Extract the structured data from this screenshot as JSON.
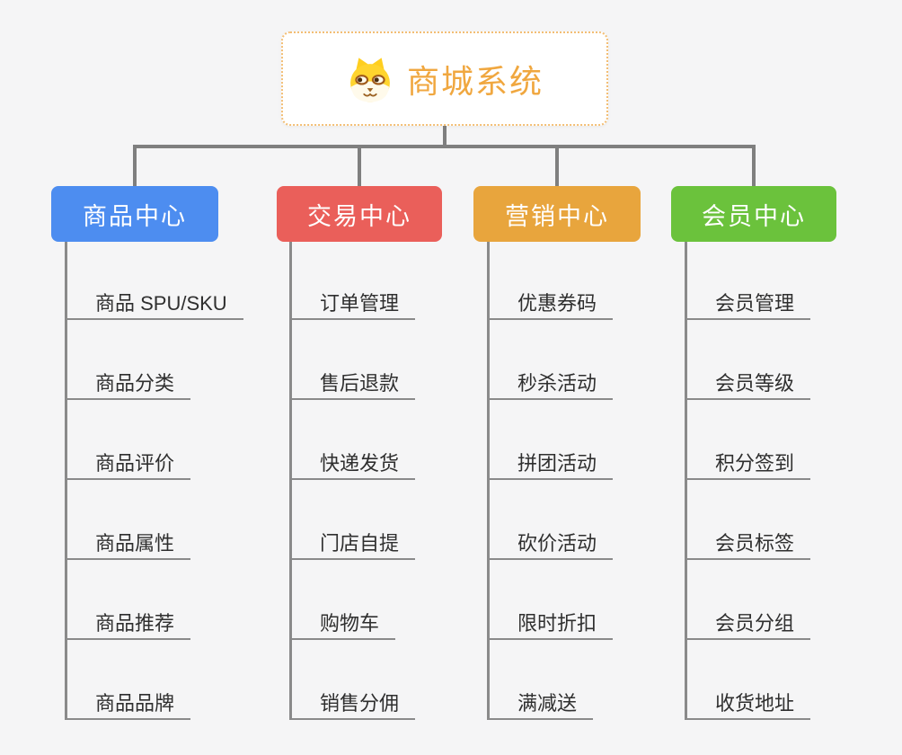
{
  "root": {
    "title": "商城系统",
    "icon": "shiba-dog-icon",
    "title_color": "#F0A73F",
    "border_color": "#F3BE74"
  },
  "branches": [
    {
      "label": "商品中心",
      "color": "#4D8DF0",
      "items": [
        "商品 SPU/SKU",
        "商品分类",
        "商品评价",
        "商品属性",
        "商品推荐",
        "商品品牌"
      ]
    },
    {
      "label": "交易中心",
      "color": "#EA5F5A",
      "items": [
        "订单管理",
        "售后退款",
        "快递发货",
        "门店自提",
        "购物车",
        "销售分佣"
      ]
    },
    {
      "label": "营销中心",
      "color": "#E8A53D",
      "items": [
        "优惠券码",
        "秒杀活动",
        "拼团活动",
        "砍价活动",
        "限时折扣",
        "满减送"
      ]
    },
    {
      "label": "会员中心",
      "color": "#6BC23C",
      "items": [
        "会员管理",
        "会员等级",
        "积分签到",
        "会员标签",
        "会员分组",
        "收货地址"
      ]
    }
  ],
  "connector_color": "#7F7F7F",
  "line_color": "#8A8A8A"
}
